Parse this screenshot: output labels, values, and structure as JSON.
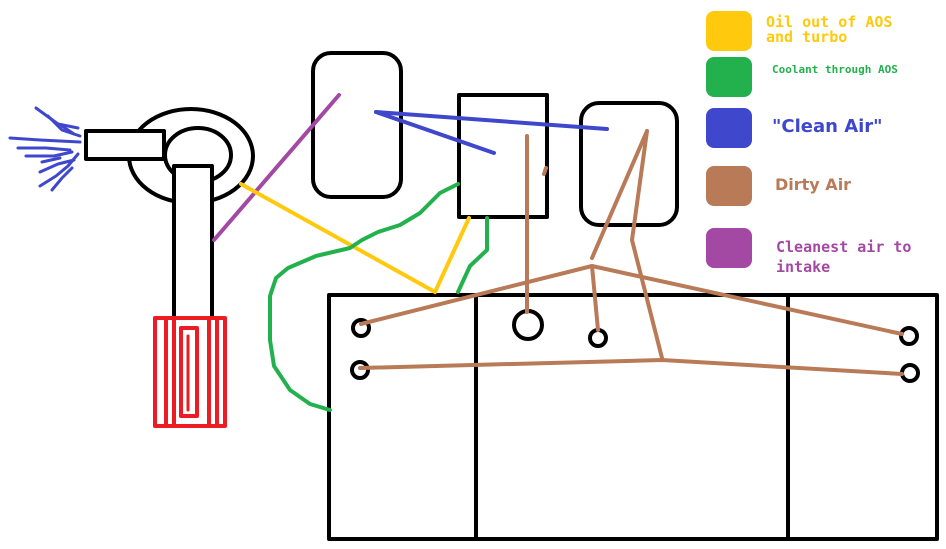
{
  "legend": [
    {
      "key": "oil",
      "label": "Oil out of AOS\nand turbo",
      "color": "#ffc90e"
    },
    {
      "key": "coolant",
      "label": "Coolant through AOS",
      "color": "#22b14c"
    },
    {
      "key": "clean",
      "label": "\"Clean Air\"",
      "color": "#3f48cc"
    },
    {
      "key": "dirty",
      "label": "Dirty Air",
      "color": "#b97a57"
    },
    {
      "key": "cleanest",
      "label": "Cleanest air to\nintake",
      "color": "#a349a4"
    }
  ],
  "colors": {
    "outline": "#000000",
    "intercooler": "#ed1c24",
    "exhaust_spray": "#3f48cc"
  }
}
